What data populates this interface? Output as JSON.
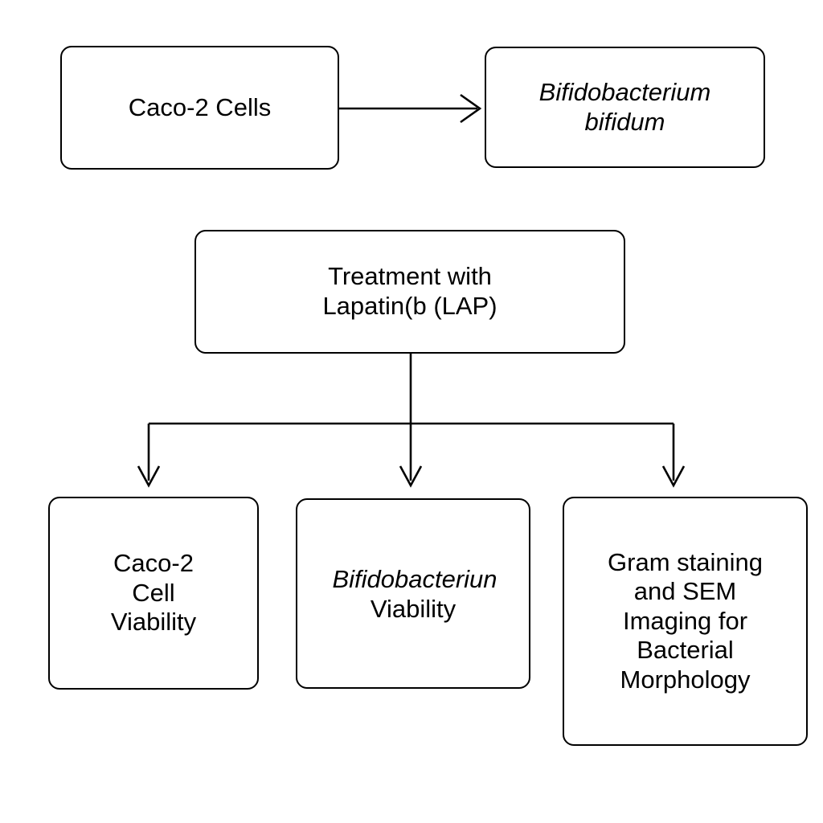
{
  "diagram": {
    "title": "Experimental workflow flowchart",
    "background_color": "#ffffff",
    "stroke_color": "#000000",
    "nodes": [
      {
        "id": "caco2-cells",
        "text": "Caco-2 Cells",
        "style": "regular"
      },
      {
        "id": "bifidobacterium-bifidum",
        "text": "Bifidobacterium\nbifidum",
        "style": "italic"
      },
      {
        "id": "treatment",
        "text": "Treatment with\nLapatin(b (LAP)",
        "style": "regular"
      },
      {
        "id": "caco2-cell-viability",
        "text": "Caco-2\nCell\nViability",
        "style": "regular"
      },
      {
        "id": "bifidobacteriun-viability",
        "line1": "Bifidobacteriun",
        "line2": "Viability",
        "style": "mixed-italic-regular"
      },
      {
        "id": "gram-staining-sem",
        "text": "Gram staining\nand SEM\nImaging for\nBacterial\nMorphology",
        "style": "regular"
      }
    ],
    "connectors": [
      {
        "id": "caco2-to-bifidobacterium",
        "kind": "horizontal-arrow",
        "from": "caco2-cells",
        "to": "bifidobacterium-bifidum"
      },
      {
        "id": "treatment-branch",
        "kind": "three-way-branch",
        "from": "treatment",
        "to": [
          "caco2-cell-viability",
          "bifidobacteriun-viability",
          "gram-staining-sem"
        ]
      }
    ]
  }
}
